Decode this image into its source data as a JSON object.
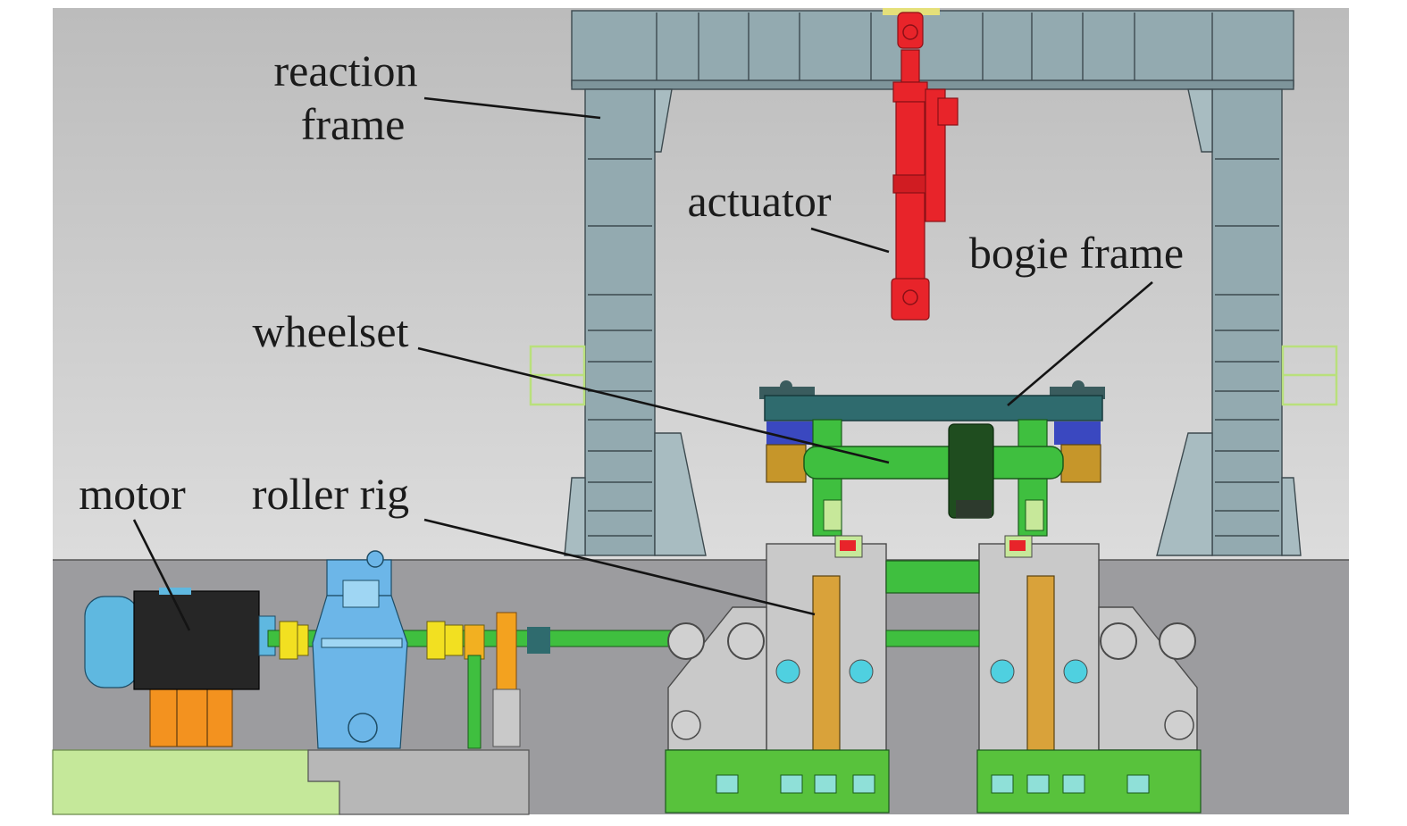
{
  "labels": {
    "reaction_frame_line1": "reaction",
    "reaction_frame_line2": "frame",
    "actuator": "actuator",
    "bogie_frame": "bogie frame",
    "wheelset": "wheelset",
    "motor": "motor",
    "roller_rig": "roller rig"
  },
  "colors": {
    "background_upper": "#d0d0d0",
    "ground": "#9c9c9f",
    "reaction_frame": "#93aab0",
    "actuator": "#e8242a",
    "bogie_frame": "#2f6b6e",
    "wheelset": "#3fbf3f",
    "motor_body": "#262626",
    "motor_end": "#5fb8e0",
    "motor_base": "#f3921f",
    "gearbox": "#6cb6e8",
    "couplings": "#f2e021",
    "roller_rig_body": "#c9c9c9",
    "roller_rig_base": "#58c23c",
    "floor_block": "#c5e89a"
  }
}
